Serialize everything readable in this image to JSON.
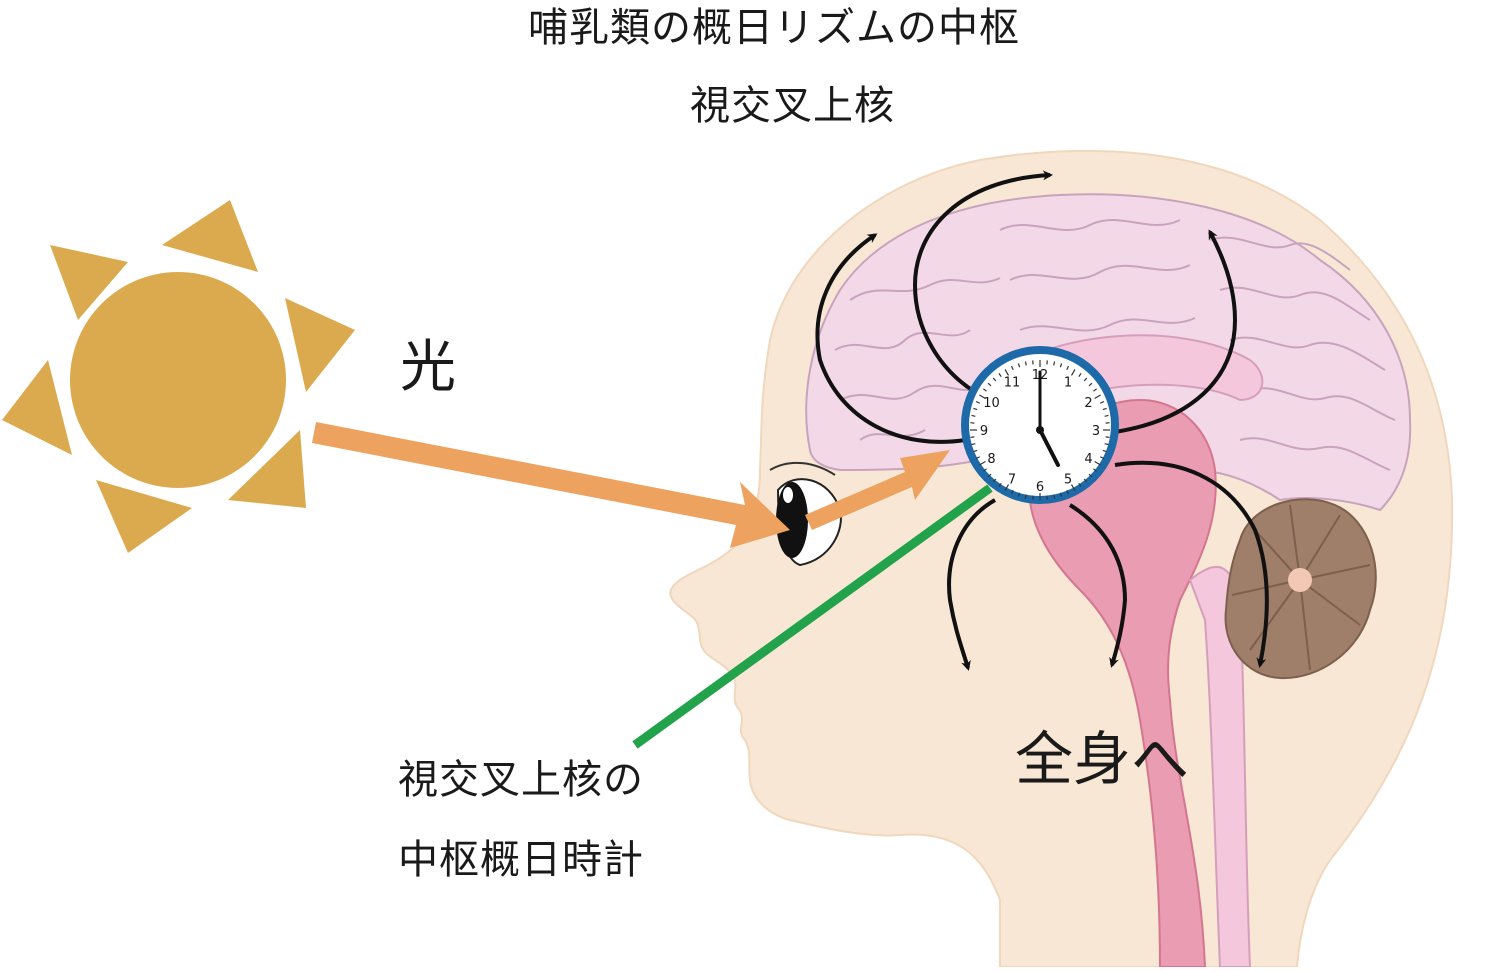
{
  "title": {
    "line1": "哺乳類の概日リズムの中枢",
    "line2": "視交叉上核"
  },
  "labels": {
    "light": "光",
    "scn_line1": "視交叉上核の",
    "scn_line2": "中枢概日時計",
    "whole_body": "全身へ"
  },
  "clock": {
    "numbers": [
      "12",
      "1",
      "2",
      "3",
      "4",
      "5",
      "6",
      "7",
      "8",
      "9",
      "10",
      "11"
    ],
    "time_shown": "5:00"
  },
  "colors": {
    "sun": "#dcaa4e",
    "light_arrow": "#eda260",
    "pointer_line": "#22a24a",
    "skin": "#f7e7d4",
    "brain": "#f3d9e8",
    "brainstem": "#ea9cb2",
    "cerebellum": "#9f7f6a",
    "clock_rim": "#1e6aa8",
    "arrows": "#111111"
  }
}
